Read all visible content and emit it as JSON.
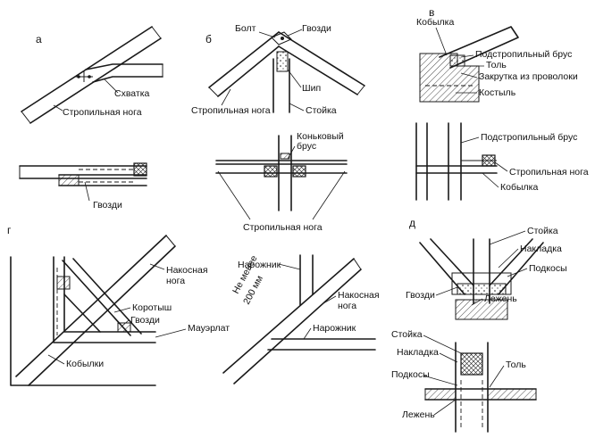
{
  "panels": {
    "a": {
      "letter": "а",
      "labels": {
        "skhvatka": "Схватка",
        "stropilnaya_noga": "Стропильная нога",
        "gvozdi": "Гвозди"
      }
    },
    "b": {
      "letter": "б",
      "labels": {
        "bolt": "Болт",
        "gvozdi": "Гвозди",
        "stropilnaya_noga": "Стропильная нога",
        "ship": "Шип",
        "stoyka": "Стойка",
        "konkovy_brus_1": "Коньковый",
        "konkovy_brus_2": "брус",
        "stropilnaya_noga_2": "Стропильная нога"
      }
    },
    "v": {
      "letter": "в",
      "labels": {
        "kobylka": "Кобылка",
        "podstropilny_brus": "Подстропильный брус",
        "tol": "Толь",
        "zakrutka": "Закрутка из проволоки",
        "kostyl": "Костыль",
        "podstropilny_brus_2": "Подстропильный брус",
        "stropilnaya_noga": "Стропильная нога",
        "kobylka_2": "Кобылка"
      }
    },
    "g": {
      "letter": "г",
      "labels": {
        "nakosnaya_noga_1": "Накосная",
        "nakosnaya_noga_2": "нога",
        "korotysh": "Коротыш",
        "gvozdi": "Гвозди",
        "mauerlat": "Мауэрлат",
        "kobylki": "Кобылки",
        "narozhnik": "Нарожник",
        "ne_menee_1": "Не менее",
        "ne_menee_2": "200 мм",
        "nakosnaya_noga_b1": "Накосная",
        "nakosnaya_noga_b2": "нога",
        "narozhnik_2": "Нарожник"
      }
    },
    "d": {
      "letter": "д",
      "labels": {
        "stoyka": "Стойка",
        "nakladka": "Накладка",
        "podkosy": "Подкосы",
        "gvozdi": "Гвозди",
        "lezhen": "Лежень",
        "stoyka_2": "Стойка",
        "nakladka_2": "Накладка",
        "podkosy_2": "Подкосы",
        "tol": "Толь",
        "lezhen_2": "Лежень"
      }
    }
  }
}
